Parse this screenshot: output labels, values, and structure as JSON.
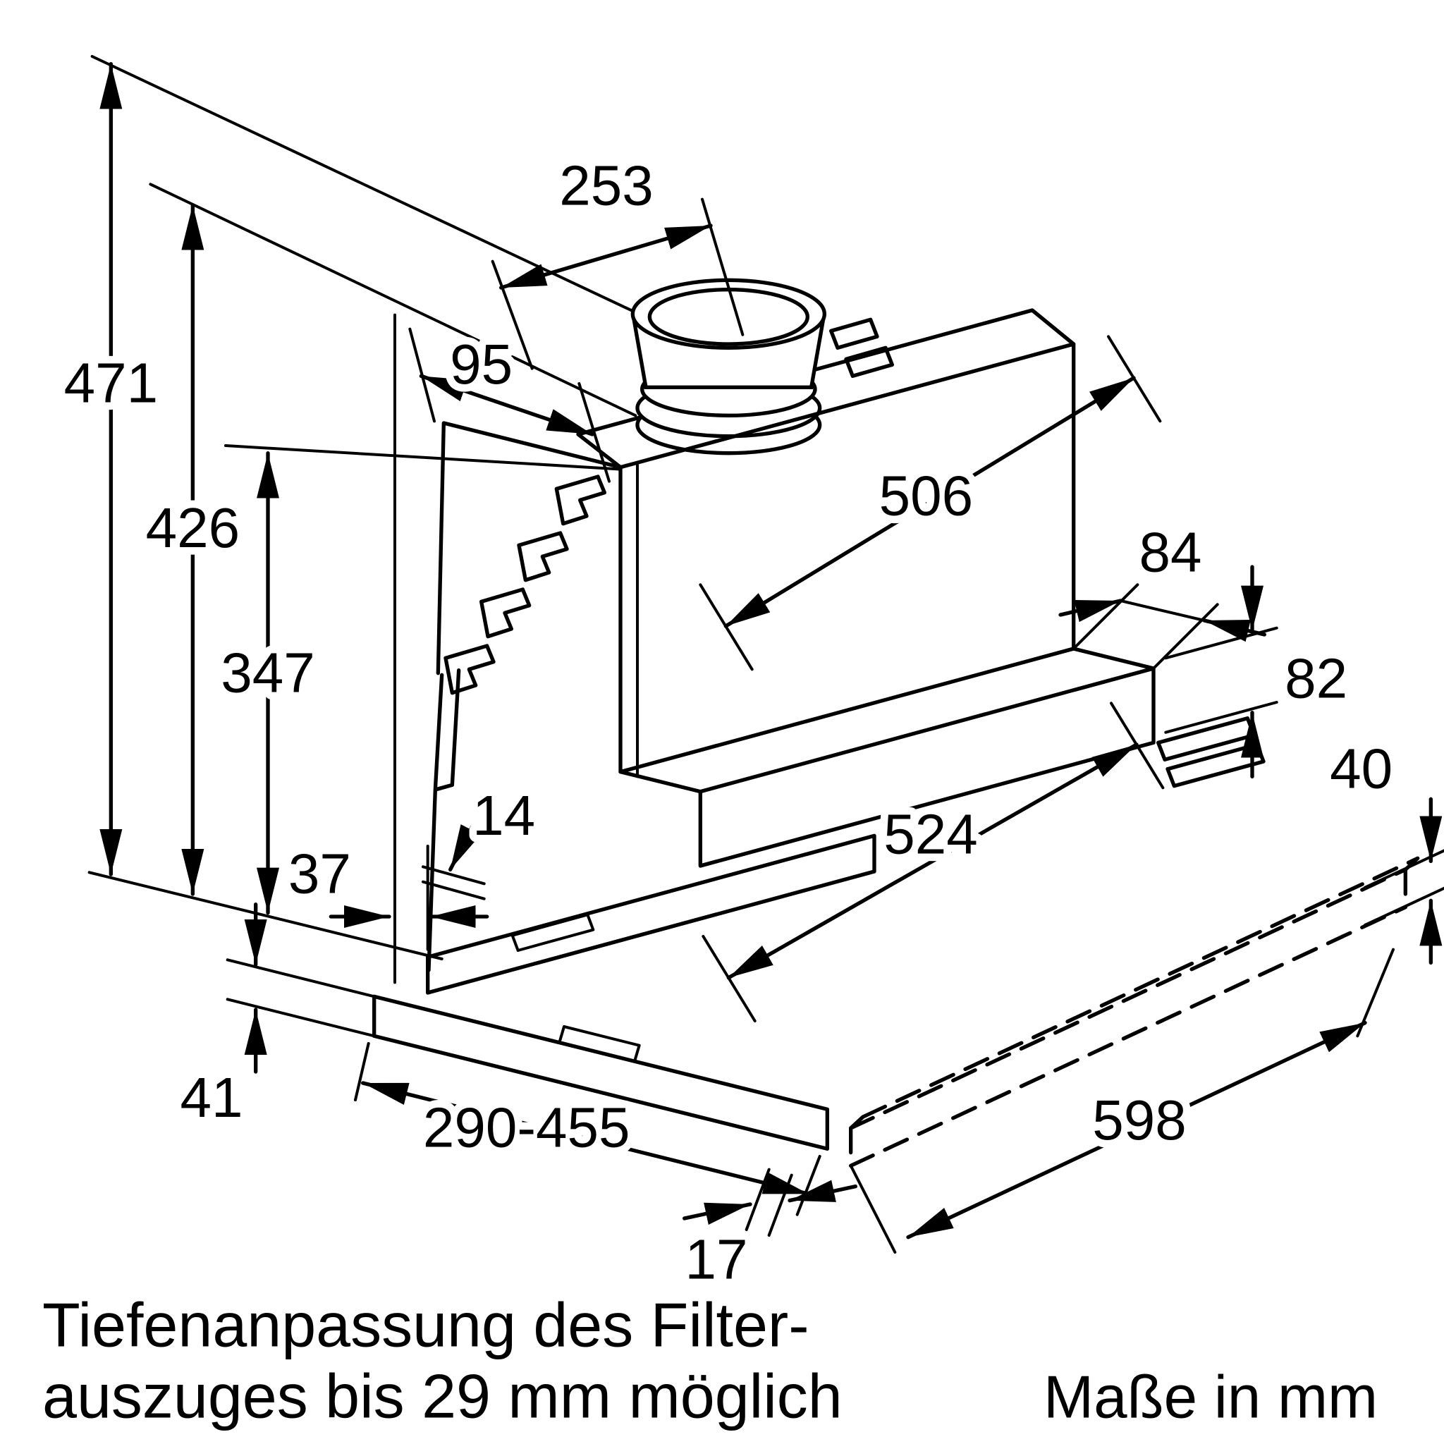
{
  "page": {
    "background_color": "#ffffff",
    "line_color": "#000000",
    "kind": "technical dimension drawing of built-in telescopic cooker hood"
  },
  "dimensions": {
    "d253": "253",
    "d471": "471",
    "d426": "426",
    "d347": "347",
    "d95": "95",
    "d506": "506",
    "d84": "84",
    "d82": "82",
    "d40": "40",
    "d524": "524",
    "d14": "14",
    "d37": "37",
    "d41": "41",
    "d290_455": "290-455",
    "d17": "17",
    "d598": "598"
  },
  "note": {
    "line1": "Tiefenanpassung des Filter-",
    "line2": "auszuges bis 29 mm möglich"
  },
  "units": {
    "label": "Maße in mm"
  }
}
